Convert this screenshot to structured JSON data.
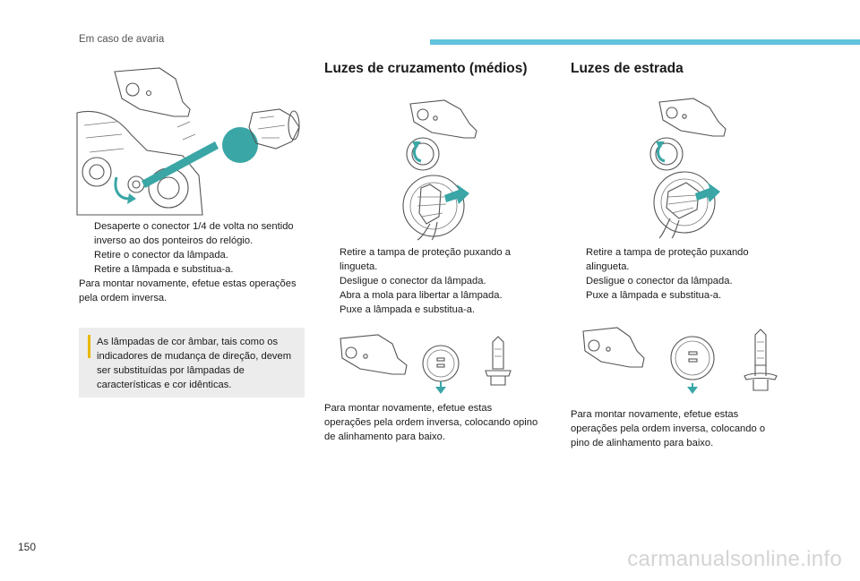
{
  "header": {
    "section_title": "Em caso de avaria",
    "accent_color": "#62c3dc"
  },
  "page_number": "150",
  "watermark": "carmanualsonline.info",
  "left_column": {
    "bullets": [
      "Desaperte o conector 1/4 de volta no sentido inverso ao dos ponteiros do relógio.",
      "Retire o conector da lâmpada.",
      "Retire a lâmpada e substitua-a."
    ],
    "closing": "Para montar novamente, efetue estas operações pela ordem inversa.",
    "info_box": "As lâmpadas de cor âmbar, tais como os indicadores de mudança de direção, devem ser substituídas por lâmpadas de características e cor idênticas."
  },
  "middle_column": {
    "title": "Luzes de cruzamento (médios)",
    "bullets": [
      "Retire a tampa de proteção puxando a lingueta.",
      "Desligue o conector da lâmpada.",
      "Abra a mola para libertar a lâmpada.",
      "Puxe a lâmpada e substitua-a."
    ],
    "closing": "Para montar novamente, efetue estas operações pela ordem inversa, colocando opino de alinhamento para baixo."
  },
  "right_column": {
    "title": "Luzes de estrada",
    "bullets": [
      "Retire a tampa de proteção puxando alingueta.",
      "Desligue o conector da lâmpada.",
      "Puxe a lâmpada e substitua-a."
    ],
    "closing": "Para montar novamente, efetue estas operações pela ordem inversa, colocando o pino de alinhamento para baixo."
  },
  "bullet_marker": "",
  "colors": {
    "illustration_accent": "#3aa6a6",
    "info_marker": "#e8b800",
    "info_background": "#ececec"
  },
  "icons": [
    "bullet-icon",
    "info-marker-icon",
    "rotate-arrow-icon",
    "pull-arrow-icon",
    "down-arrow-icon"
  ]
}
